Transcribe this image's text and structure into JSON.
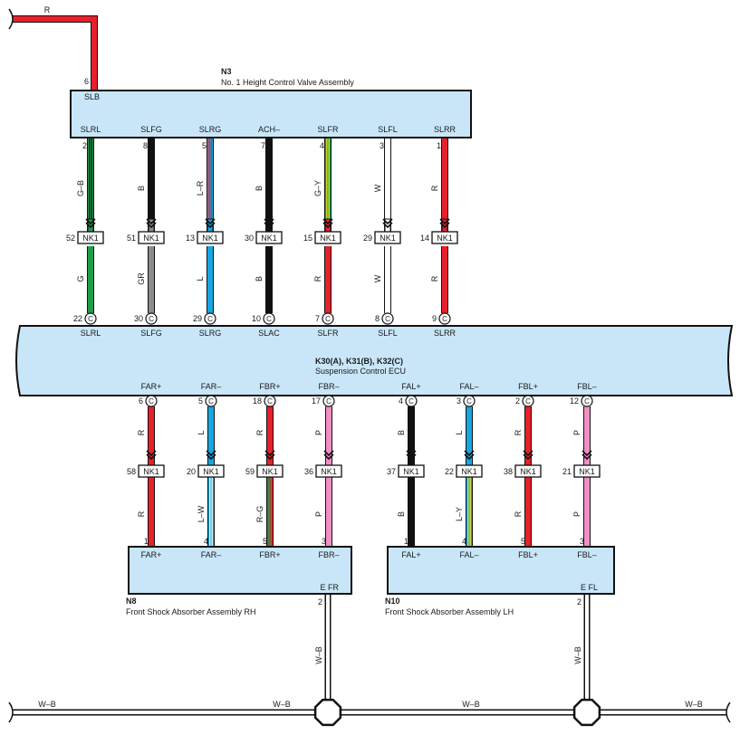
{
  "top_wire": {
    "color_code": "R",
    "color": "#e8202a"
  },
  "n3": {
    "id": "N3",
    "name": "No. 1 Height Control Valve Assembly",
    "slb_pin": "6",
    "slb_label": "SLB",
    "columns": [
      {
        "top_pin": "2",
        "top_label": "SLRL",
        "upper_code": "G–B",
        "upper": [
          "#1e9e4a",
          "#111111"
        ],
        "junction_pin": "52",
        "junction": "NK1",
        "lower_code": "G",
        "lower": [
          "#1e9e4a"
        ],
        "ecu_pin": "22",
        "ecu_conn": "C",
        "ecu_label": "SLRL"
      },
      {
        "top_pin": "8",
        "top_label": "SLFG",
        "upper_code": "B",
        "upper": [
          "#111111"
        ],
        "junction_pin": "51",
        "junction": "NK1",
        "lower_code": "GR",
        "lower": [
          "#8c8c8c"
        ],
        "ecu_pin": "30",
        "ecu_conn": "C",
        "ecu_label": "SLFG"
      },
      {
        "top_pin": "5",
        "top_label": "SLRG",
        "upper_code": "L–R",
        "upper": [
          "#18a6e0",
          "#e8202a"
        ],
        "junction_pin": "13",
        "junction": "NK1",
        "lower_code": "L",
        "lower": [
          "#18a6e0"
        ],
        "ecu_pin": "29",
        "ecu_conn": "C",
        "ecu_label": "SLRG"
      },
      {
        "top_pin": "7",
        "top_label": "ACH–",
        "upper_code": "B",
        "upper": [
          "#111111"
        ],
        "junction_pin": "30",
        "junction": "NK1",
        "lower_code": "B",
        "lower": [
          "#111111"
        ],
        "ecu_pin": "10",
        "ecu_conn": "C",
        "ecu_label": "SLAC"
      },
      {
        "top_pin": "4",
        "top_label": "SLFR",
        "upper_code": "G–Y",
        "upper": [
          "#1e9e4a",
          "#f4e21c"
        ],
        "junction_pin": "15",
        "junction": "NK1",
        "lower_code": "R",
        "lower": [
          "#e8202a"
        ],
        "ecu_pin": "7",
        "ecu_conn": "C",
        "ecu_label": "SLFR"
      },
      {
        "top_pin": "3",
        "top_label": "SLFL",
        "upper_code": "W",
        "upper": [
          "#ffffff"
        ],
        "junction_pin": "29",
        "junction": "NK1",
        "lower_code": "W",
        "lower": [
          "#ffffff"
        ],
        "ecu_pin": "8",
        "ecu_conn": "C",
        "ecu_label": "SLFL"
      },
      {
        "top_pin": "1",
        "top_label": "SLRR",
        "upper_code": "R",
        "upper": [
          "#e8202a"
        ],
        "junction_pin": "14",
        "junction": "NK1",
        "lower_code": "R",
        "lower": [
          "#e8202a"
        ],
        "ecu_pin": "9",
        "ecu_conn": "C",
        "ecu_label": "SLRR"
      }
    ]
  },
  "ecu": {
    "id": "K30(A), K31(B), K32(C)",
    "name": "Suspension Control ECU"
  },
  "shocks": [
    {
      "id": "N8",
      "name": "Front Shock Absorber Assembly RH",
      "ground_label": "E FR",
      "ground_pin": "2",
      "ground_code": "W–B",
      "columns": [
        {
          "ecu_label": "FAR+",
          "ecu_pin": "6",
          "ecu_conn": "C",
          "upper_code": "R",
          "upper": [
            "#e8202a"
          ],
          "junction_pin": "58",
          "junction": "NK1",
          "lower_code": "R",
          "lower": [
            "#e8202a"
          ],
          "pin": "1",
          "label": "FAR+"
        },
        {
          "ecu_label": "FAR–",
          "ecu_pin": "5",
          "ecu_conn": "C",
          "upper_code": "L",
          "upper": [
            "#18a6e0"
          ],
          "junction_pin": "20",
          "junction": "NK1",
          "lower_code": "L–W",
          "lower": [
            "#18a6e0",
            "#ffffff"
          ],
          "pin": "4",
          "label": "FAR–"
        },
        {
          "ecu_label": "FBR+",
          "ecu_pin": "18",
          "ecu_conn": "C",
          "upper_code": "R",
          "upper": [
            "#e8202a"
          ],
          "junction_pin": "59",
          "junction": "NK1",
          "lower_code": "R–G",
          "lower": [
            "#e8202a",
            "#1e9e4a"
          ],
          "pin": "5",
          "label": "FBR+"
        },
        {
          "ecu_label": "FBR–",
          "ecu_pin": "17",
          "ecu_conn": "C",
          "upper_code": "P",
          "upper": [
            "#ef8fc3"
          ],
          "junction_pin": "36",
          "junction": "NK1",
          "lower_code": "P",
          "lower": [
            "#ef8fc3"
          ],
          "pin": "3",
          "label": "FBR–"
        }
      ]
    },
    {
      "id": "N10",
      "name": "Front Shock Absorber Assembly LH",
      "ground_label": "E FL",
      "ground_pin": "2",
      "ground_code": "W–B",
      "columns": [
        {
          "ecu_label": "FAL+",
          "ecu_pin": "4",
          "ecu_conn": "C",
          "upper_code": "B",
          "upper": [
            "#111111"
          ],
          "junction_pin": "37",
          "junction": "NK1",
          "lower_code": "B",
          "lower": [
            "#111111"
          ],
          "pin": "1",
          "label": "FAL+"
        },
        {
          "ecu_label": "FAL–",
          "ecu_pin": "3",
          "ecu_conn": "C",
          "upper_code": "L",
          "upper": [
            "#18a6e0"
          ],
          "junction_pin": "22",
          "junction": "NK1",
          "lower_code": "L–Y",
          "lower": [
            "#18a6e0",
            "#f4e21c"
          ],
          "pin": "4",
          "label": "FAL–"
        },
        {
          "ecu_label": "FBL+",
          "ecu_pin": "2",
          "ecu_conn": "C",
          "upper_code": "R",
          "upper": [
            "#e8202a"
          ],
          "junction_pin": "38",
          "junction": "NK1",
          "lower_code": "R",
          "lower": [
            "#e8202a"
          ],
          "pin": "5",
          "label": "FBL+"
        },
        {
          "ecu_label": "FBL–",
          "ecu_pin": "12",
          "ecu_conn": "C",
          "upper_code": "P",
          "upper": [
            "#ef8fc3"
          ],
          "junction_pin": "21",
          "junction": "NK1",
          "lower_code": "P",
          "lower": [
            "#ef8fc3"
          ],
          "pin": "3",
          "label": "FBL–"
        }
      ]
    }
  ],
  "ground_bus": {
    "code": "W–B",
    "labels": [
      "W–B",
      "W–B",
      "W–B",
      "W–B"
    ]
  }
}
